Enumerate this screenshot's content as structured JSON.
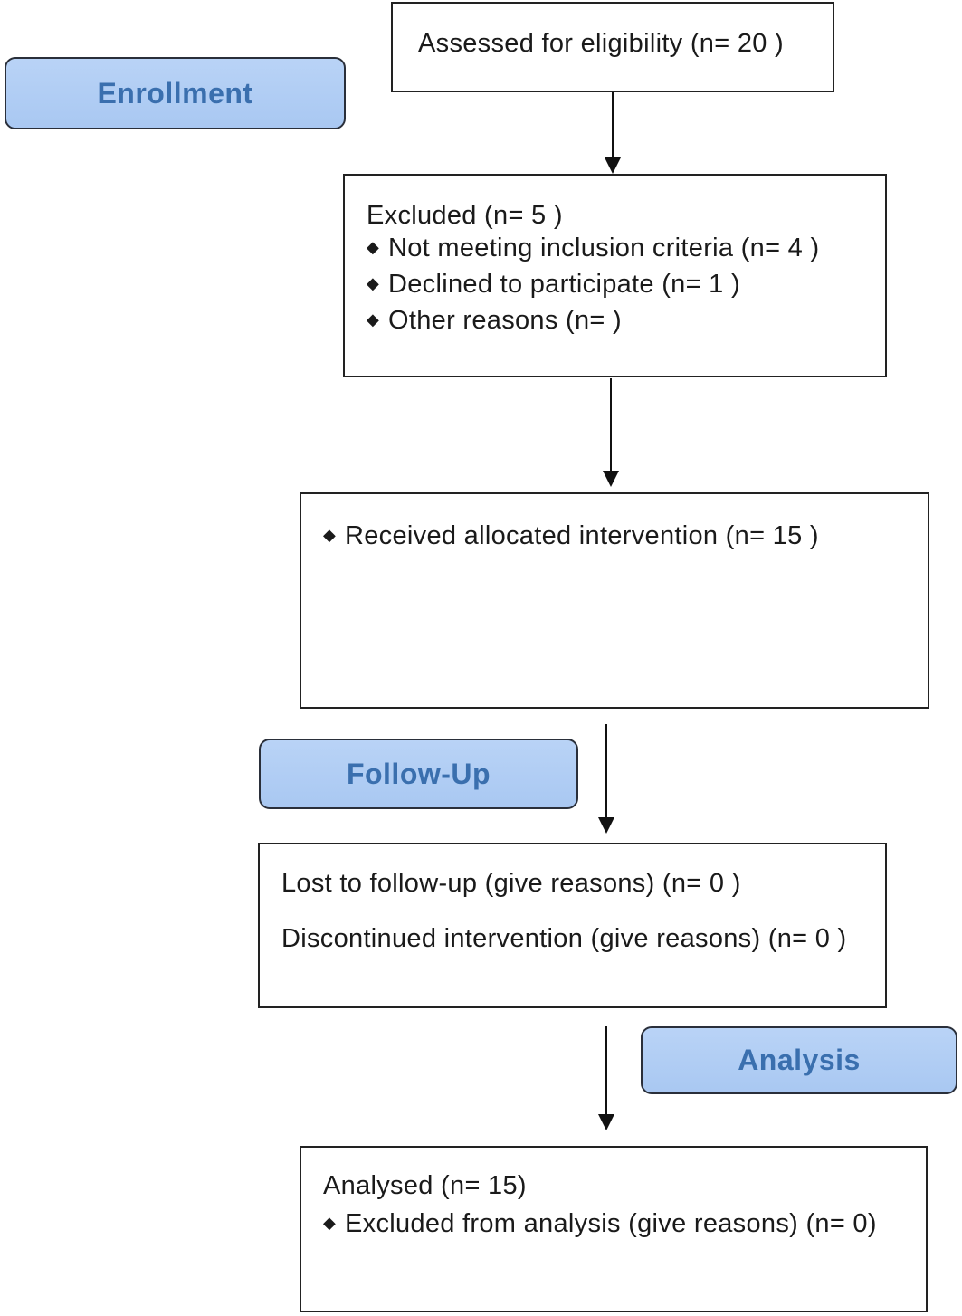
{
  "stages": {
    "enrollment": "Enrollment",
    "follow_up": "Follow-Up",
    "analysis": "Analysis"
  },
  "assessed": {
    "text": "Assessed for eligibility (n= 20  )"
  },
  "excluded": {
    "title": "Excluded  (n=  5 )",
    "items": [
      "Not meeting inclusion criteria (n= 4 )",
      "Declined to participate  (n= 1 )",
      "Other reasons  (n=  )"
    ]
  },
  "allocation": {
    "items": [
      "Received  allocated intervention  (n= 15 )"
    ]
  },
  "followup_box": {
    "lost": "Lost to follow-up  (give  reasons)  (n= 0 )",
    "discontinued": "Discontinued  intervention  (give  reasons)  (n= 0 )"
  },
  "analysed": {
    "title": "Analysed  (n= 15)",
    "items": [
      "Excluded from analysis (give  reasons)  (n= 0)"
    ]
  },
  "colors": {
    "stage_fill": "#b0ccf4",
    "stage_text": "#3a6fae",
    "border": "#222222"
  }
}
